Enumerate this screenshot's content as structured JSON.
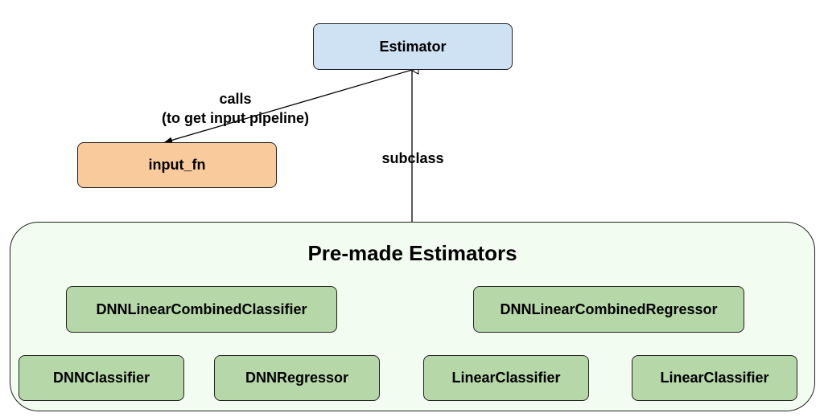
{
  "nodes": {
    "estimator": "Estimator",
    "input_fn": "input_fn"
  },
  "group": {
    "title": "Pre-made Estimators",
    "items": [
      "DNNLinearCombinedClassifier",
      "DNNLinearCombinedRegressor",
      "DNNClassifier",
      "DNNRegressor",
      "LinearClassifier",
      "LinearClassifier"
    ]
  },
  "edges": {
    "calls_line1": "calls",
    "calls_line2": "(to get input pipeline)",
    "subclass": "subclass"
  }
}
